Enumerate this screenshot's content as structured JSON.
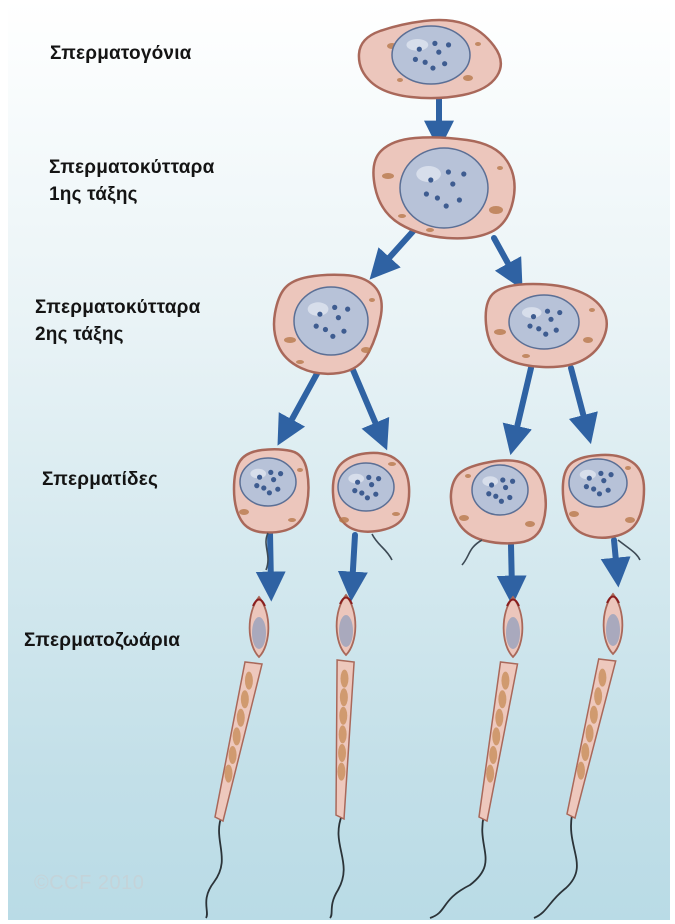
{
  "stages": [
    {
      "id": "spermatogonia",
      "lines": [
        "Σπερματογόνια"
      ]
    },
    {
      "id": "primary-spermatocyte",
      "lines": [
        "Σπερματοκύτταρα",
        "1ης τάξης"
      ]
    },
    {
      "id": "secondary-spermatocyte",
      "lines": [
        "Σπερματοκύτταρα",
        "2ης τάξης"
      ]
    },
    {
      "id": "spermatids",
      "lines": [
        "Σπερματίδες"
      ]
    },
    {
      "id": "spermatozoa",
      "lines": [
        "Σπερματοζωάρια"
      ]
    }
  ],
  "copyright": "©CCF 2010",
  "colors": {
    "cell_fill": "#ecc6bc",
    "cell_edge": "#a9685a",
    "nucleus_fill": "#b7c2d8",
    "chromatin": "#3e5c90",
    "arrow": "#2f62a3",
    "background_top": "#ffffff",
    "background_bottom": "#b9dbe6"
  }
}
